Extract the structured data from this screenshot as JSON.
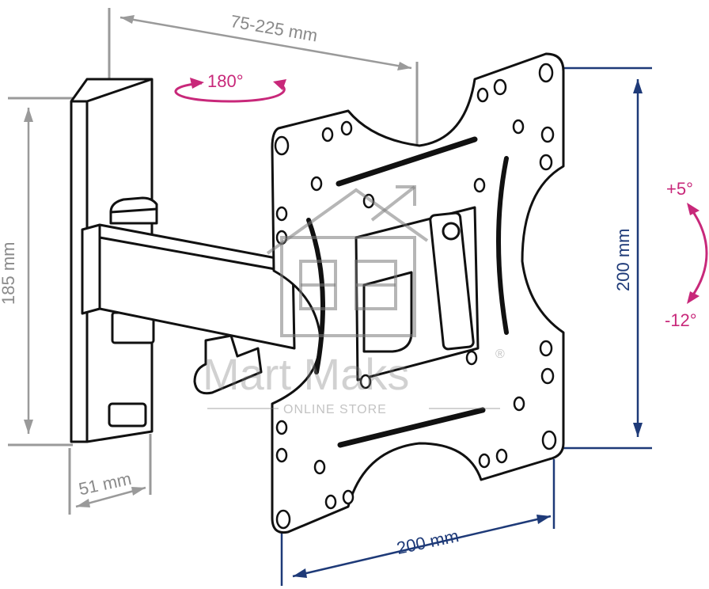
{
  "dimensions": {
    "vesa_range": "75-225 mm",
    "rotation": "180°",
    "height_left": "185 mm",
    "depth": "51 mm",
    "vesa_width": "200 mm",
    "vesa_height": "200 mm",
    "tilt_up": "+5°",
    "tilt_down": "-12°"
  },
  "watermark": {
    "brand": "Mart Maks",
    "tagline": "ONLINE STORE",
    "registered": "®"
  },
  "colors": {
    "dimension_gray": "#9a9a9a",
    "dimension_navy": "#1e3a78",
    "rotation_pink": "#c8287a",
    "outline": "#111111"
  }
}
